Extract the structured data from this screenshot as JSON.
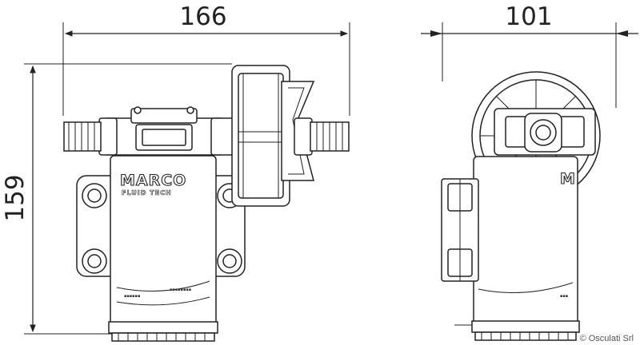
{
  "dimensions": {
    "length": "166",
    "width": "101",
    "height": "159"
  },
  "logo": {
    "brand": "MARCO",
    "subtitle": "FLUID TECH"
  },
  "credit": "© Osculati Srl"
}
